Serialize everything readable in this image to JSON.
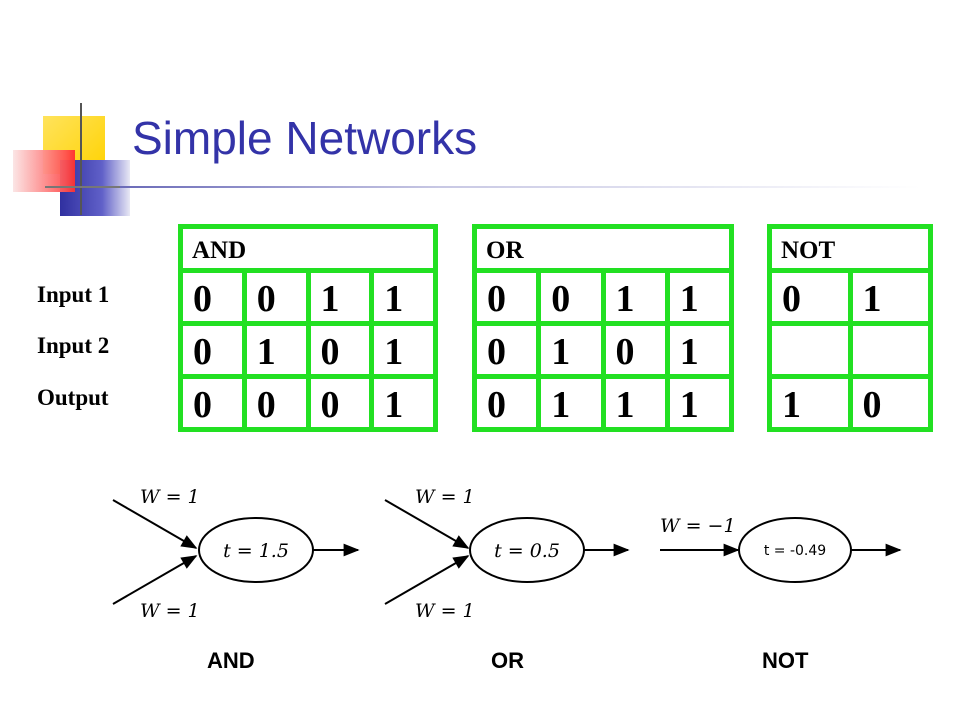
{
  "slide": {
    "title": "Simple Networks"
  },
  "row_labels": [
    "Input 1",
    "Input 2",
    "Output"
  ],
  "truth_tables": [
    {
      "header": "AND",
      "rows": [
        [
          "0",
          "0",
          "1",
          "1"
        ],
        [
          "0",
          "1",
          "0",
          "1"
        ],
        [
          "0",
          "0",
          "0",
          "1"
        ]
      ]
    },
    {
      "header": "OR",
      "rows": [
        [
          "0",
          "0",
          "1",
          "1"
        ],
        [
          "0",
          "1",
          "0",
          "1"
        ],
        [
          "0",
          "1",
          "1",
          "1"
        ]
      ]
    },
    {
      "header": "NOT",
      "rows": [
        [
          "0",
          "1"
        ],
        [
          "",
          ""
        ],
        [
          "1",
          "0"
        ]
      ]
    }
  ],
  "networks": [
    {
      "caption": "AND",
      "weights": [
        "W = 1",
        "W = 1"
      ],
      "threshold": "t = 1.5"
    },
    {
      "caption": "OR",
      "weights": [
        "W = 1",
        "W = 1"
      ],
      "threshold": "t = 0.5"
    },
    {
      "caption": "NOT",
      "weights": [
        "W = −1"
      ],
      "threshold": "t = -0.49"
    }
  ],
  "colors": {
    "title": "#3333a8",
    "table_border": "#22e022"
  }
}
